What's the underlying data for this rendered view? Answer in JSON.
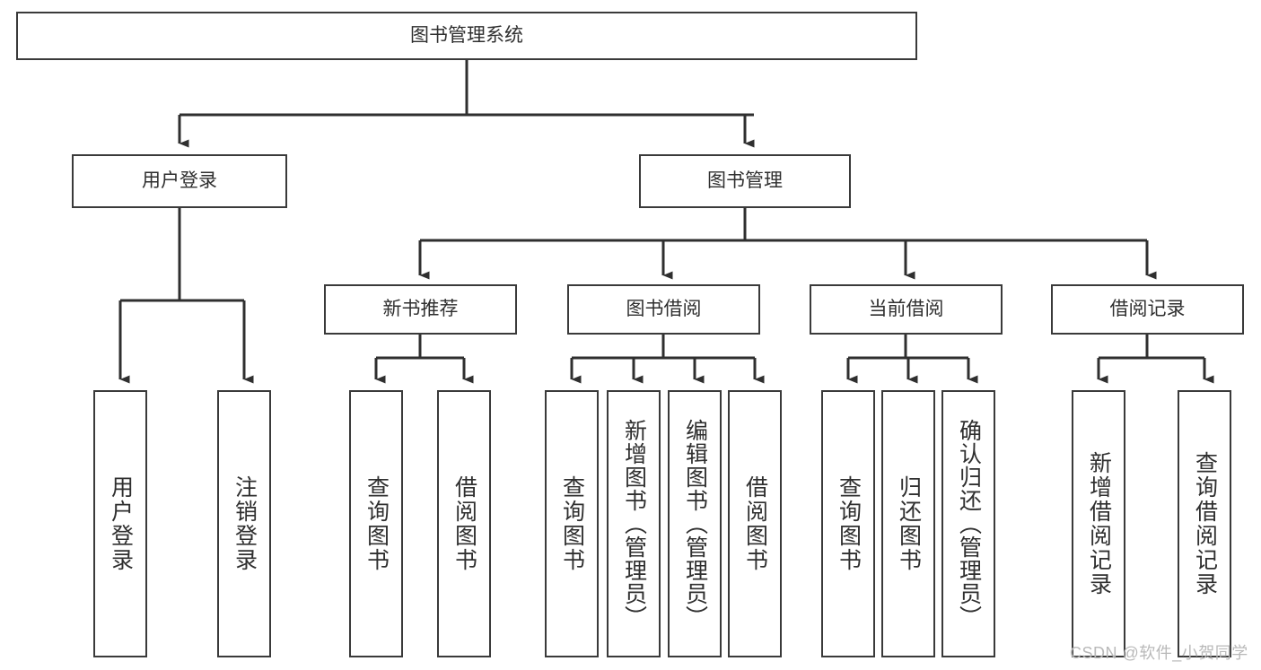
{
  "diagram": {
    "type": "tree-flowchart",
    "title": "图书管理系统",
    "root": {
      "label": "图书管理系统"
    },
    "level1": [
      {
        "label": "用户登录"
      },
      {
        "label": "图书管理"
      }
    ],
    "level2": [
      {
        "label": "新书推荐"
      },
      {
        "label": "图书借阅"
      },
      {
        "label": "当前借阅"
      },
      {
        "label": "借阅记录"
      }
    ],
    "leaves": {
      "user_login": [
        {
          "label": "用户登录"
        },
        {
          "label": "注销登录"
        }
      ],
      "new_book_recommend": [
        {
          "label": "查询图书"
        },
        {
          "label": "借阅图书"
        }
      ],
      "book_borrow": [
        {
          "label": "查询图书"
        },
        {
          "label": "新增图书（管理员）"
        },
        {
          "label": "编辑图书（管理员）"
        },
        {
          "label": "借阅图书"
        }
      ],
      "current_borrow": [
        {
          "label": "查询图书"
        },
        {
          "label": "归还图书"
        },
        {
          "label": "确认归还（管理员）"
        }
      ],
      "borrow_record": [
        {
          "label": "新增借阅记录"
        },
        {
          "label": "查询借阅记录"
        }
      ]
    }
  },
  "watermark": {
    "text": "CSDN @软件_小贺同学"
  },
  "colors": {
    "border": "#3a3a3a",
    "text": "#2f2f2f",
    "background": "#ffffff",
    "watermark": "#b9b9b9"
  }
}
